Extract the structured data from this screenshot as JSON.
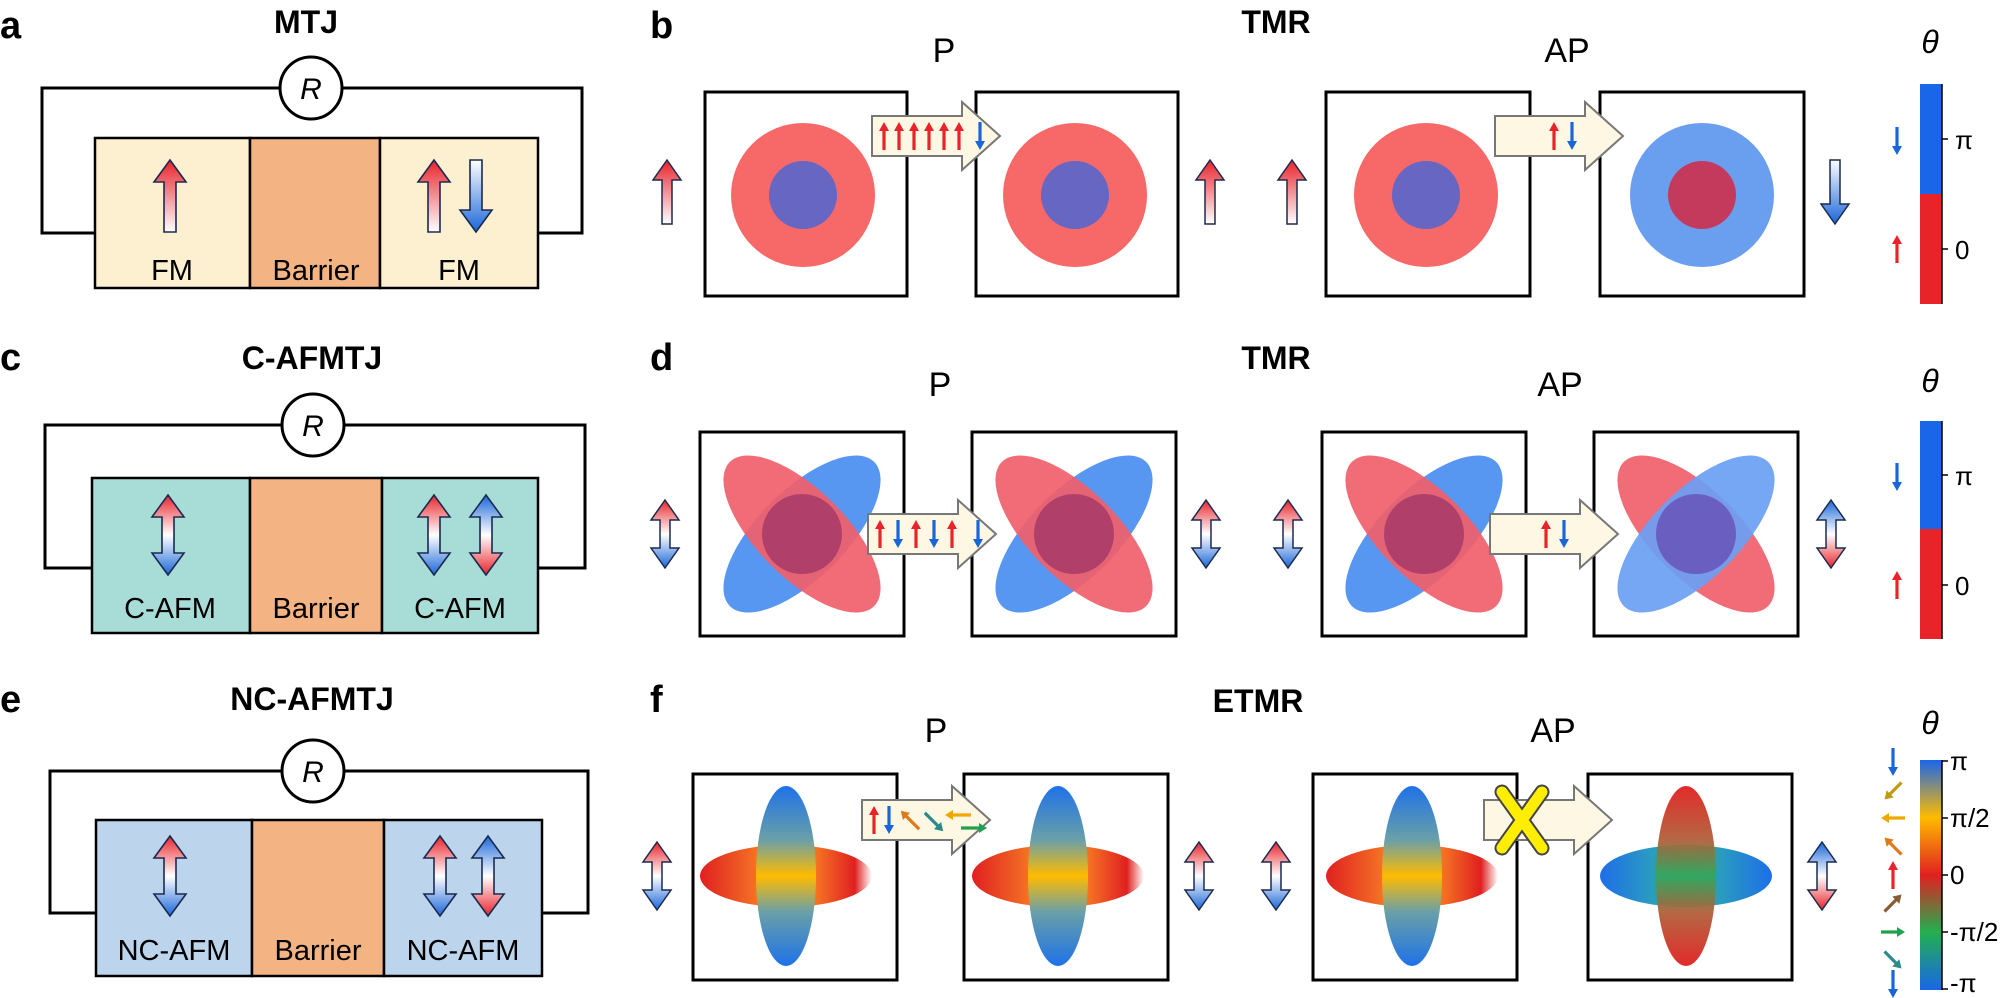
{
  "panels": {
    "a": {
      "letter": "a",
      "title": "MTJ",
      "resistor": "R",
      "left": "FM",
      "middle": "Barrier",
      "right": "FM"
    },
    "b": {
      "letter": "b",
      "title": "TMR",
      "left_state": "P",
      "right_state": "AP"
    },
    "c": {
      "letter": "c",
      "title": "C-AFMTJ",
      "resistor": "R",
      "left": "C-AFM",
      "middle": "Barrier",
      "right": "C-AFM"
    },
    "d": {
      "letter": "d",
      "title": "TMR",
      "left_state": "P",
      "right_state": "AP"
    },
    "e": {
      "letter": "e",
      "title": "NC-AFMTJ",
      "resistor": "R",
      "left": "NC-AFM",
      "middle": "Barrier",
      "right": "NC-AFM"
    },
    "f": {
      "letter": "f",
      "title": "ETMR",
      "left_state": "P",
      "right_state": "AP"
    }
  },
  "colorbars": {
    "b": {
      "label": "θ",
      "ticks": [
        "π",
        "0"
      ]
    },
    "d": {
      "label": "θ",
      "ticks": [
        "π",
        "0"
      ]
    },
    "f": {
      "label": "θ",
      "ticks": [
        "π",
        "π/2",
        "0",
        "-π/2",
        "-π"
      ]
    }
  },
  "colors": {
    "fm_layer": "#fdf0d0",
    "cafm_layer": "#a8dcd6",
    "ncafm_layer": "#bcd4ec",
    "barrier": "#f4b383",
    "spin_up": "#e8232a",
    "spin_down": "#1a66d8",
    "pink_fill": "#f76969",
    "blue_fill": "#6a9ff0",
    "overlap": "#6766c3",
    "arrow_box": "#fdf7e3",
    "cross": "#ffee00"
  }
}
